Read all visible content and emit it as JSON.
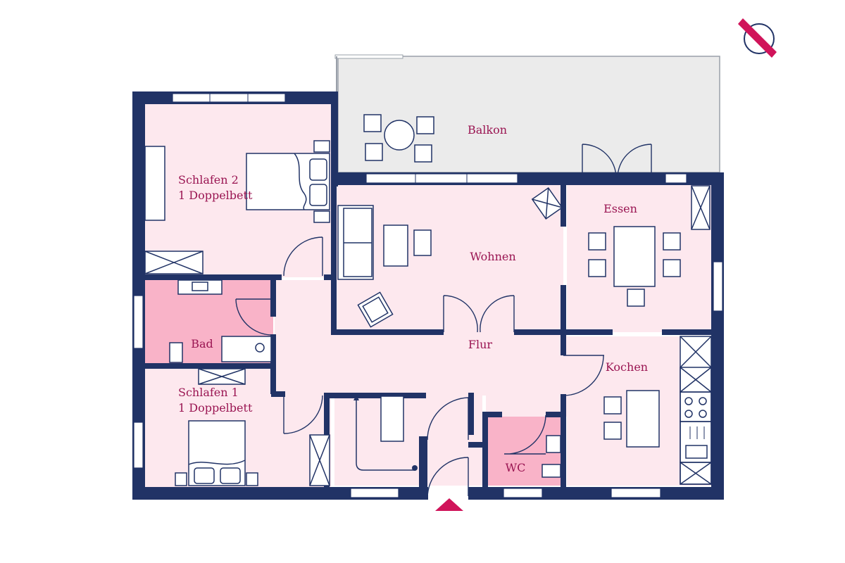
{
  "rooms": {
    "balkon": "Balkon",
    "schlafen2_line1": "Schlafen 2",
    "schlafen2_line2": "1 Doppelbett",
    "wohnen": "Wohnen",
    "essen": "Essen",
    "bad": "Bad",
    "flur": "Flur",
    "kochen": "Kochen",
    "schlafen1_line1": "Schlafen 1",
    "schlafen1_line2": "1 Doppelbett",
    "wc": "WC"
  },
  "colors": {
    "wall": "#213366",
    "room_fill": "#fde8ee",
    "highlight_fill": "#f9b3c8",
    "balcony_fill": "#ebebeb",
    "label": "#9a1552",
    "accent": "#d0145a"
  },
  "icons": {
    "compass": "north-arrow-icon",
    "entrance": "entrance-triangle-icon"
  }
}
